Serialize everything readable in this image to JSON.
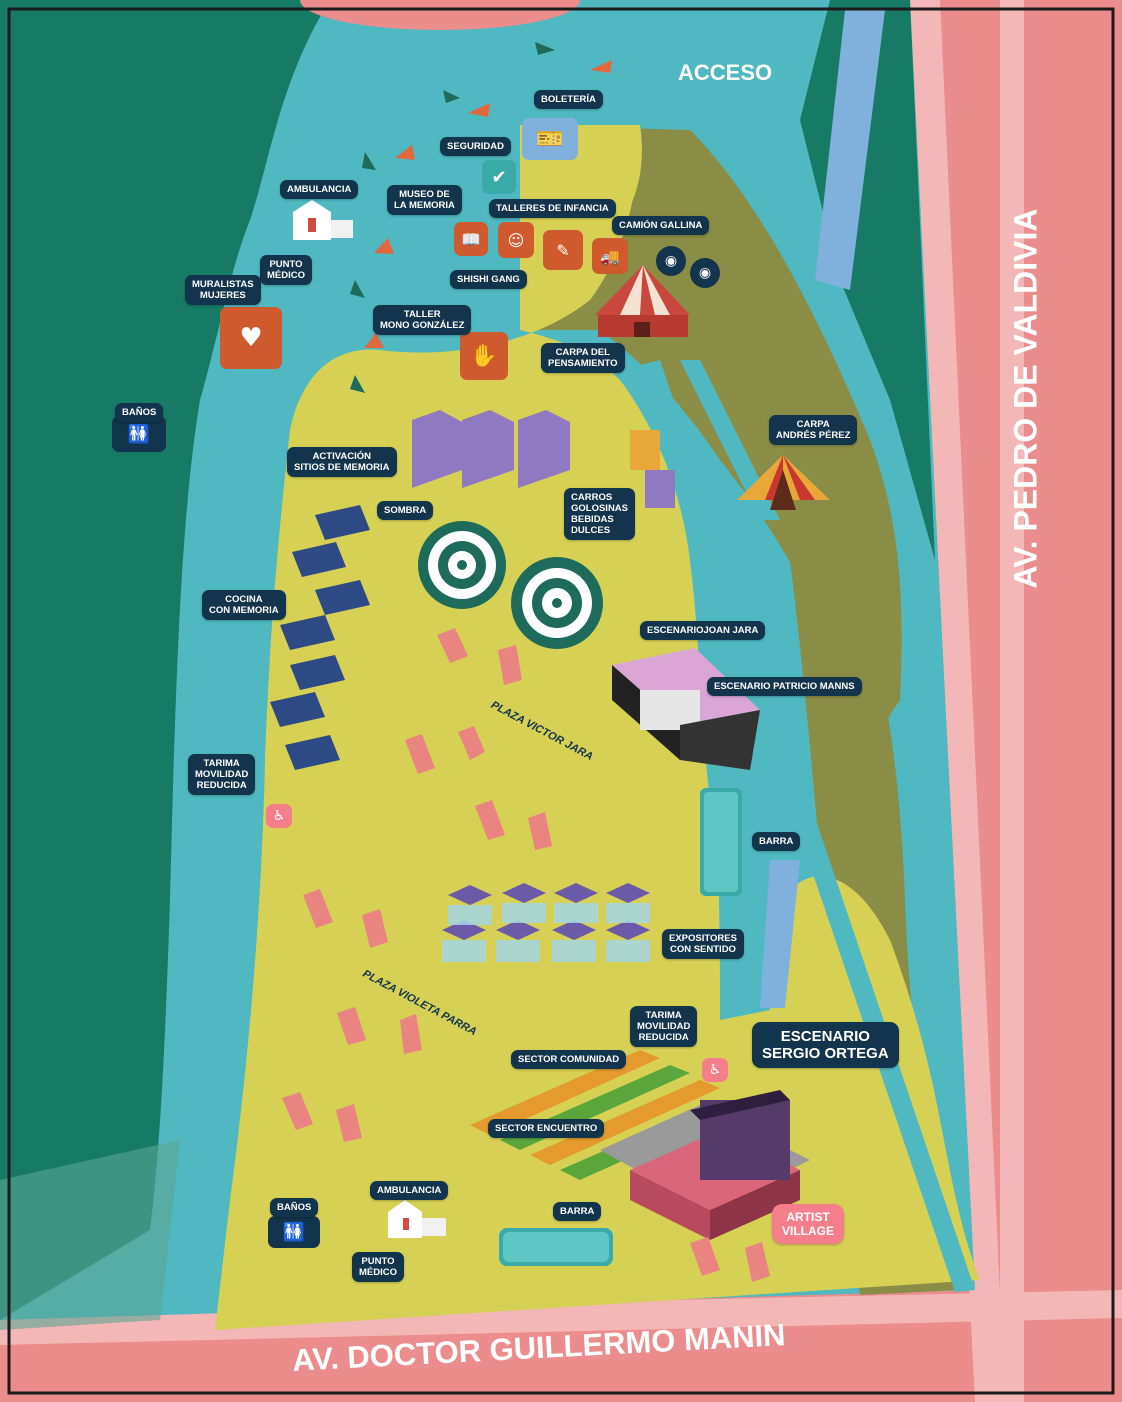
{
  "access": {
    "label": "ACCESO"
  },
  "roads": {
    "right": "AV. PEDRO DE VALDIVIA",
    "bottom": "AV. DOCTOR GUILLERMO MANIN"
  },
  "plazas": {
    "victor_jara": "PLAZA VICTOR JARA",
    "violeta_parra": "PLAZA VIOLETA PARRA"
  },
  "labels": {
    "boleteria": "BOLETERÍA",
    "seguridad": "SEGURIDAD",
    "museo": "MUSEO DE\nLA MEMORIA",
    "talleres": "TALLERES DE INFANCIA",
    "camion": "CAMIÓN GALLINA",
    "shishi": "SHISHI GANG",
    "ambulancia_top": "AMBULANCIA",
    "punto_medico_top": "PUNTO\nMÉDICO",
    "muralistas": "MURALISTAS\nMUJERES",
    "taller_mono": "TALLER\nMONO GONZÁLEZ",
    "carpa_pensamiento": "CARPA DEL\nPENSAMIENTO",
    "banos_top": "BAÑOS",
    "activacion": "ACTIVACIÓN\nSITIOS DE MEMORIA",
    "carpa_andres": "CARPA\nANDRÉS PÉREZ",
    "carros": "CARROS\nGOLOSINAS\nBEBIDAS\nDULCES",
    "sombra": "SOMBRA",
    "cocina": "COCINA\nCON MEMORIA",
    "joan_jara": "ESCENARIOJOAN JARA",
    "patricio_manns": "ESCENARIO PATRICIO MANNS",
    "tarima_top": "TARIMA\nMOVILIDAD\nREDUCIDA",
    "barra_top": "BARRA",
    "expositores": "EXPOSITORES\nCON SENTIDO",
    "tarima_bottom": "TARIMA\nMOVILIDAD\nREDUCIDA",
    "sector_comunidad": "SECTOR COMUNIDAD",
    "sergio_ortega": "ESCENARIO\nSERGIO ORTEGA",
    "sector_encuentro": "SECTOR ENCUENTRO",
    "banos_bottom": "BAÑOS",
    "ambulancia_bottom": "AMBULANCIA",
    "punto_medico_bottom": "PUNTO\nMÉDICO",
    "barra_bottom": "BARRA",
    "artist_village": "ARTIST\nVILLAGE"
  },
  "colors": {
    "park_green": "#d6d155",
    "teal_path": "#4fb8c0",
    "forest": "#167a64",
    "olive": "#8a8d45",
    "road_pink": "#ea8d8c",
    "road_light": "#f4b7b7",
    "label_bg": "#12344d",
    "icon_orange": "#cf5a2e"
  },
  "icons": {
    "boleteria": "ticket-icon",
    "seguridad": "shield-check-icon",
    "banos": "restroom-icon",
    "accesibilidad": "wheelchair-icon",
    "ambulancia": "ambulance-icon"
  }
}
